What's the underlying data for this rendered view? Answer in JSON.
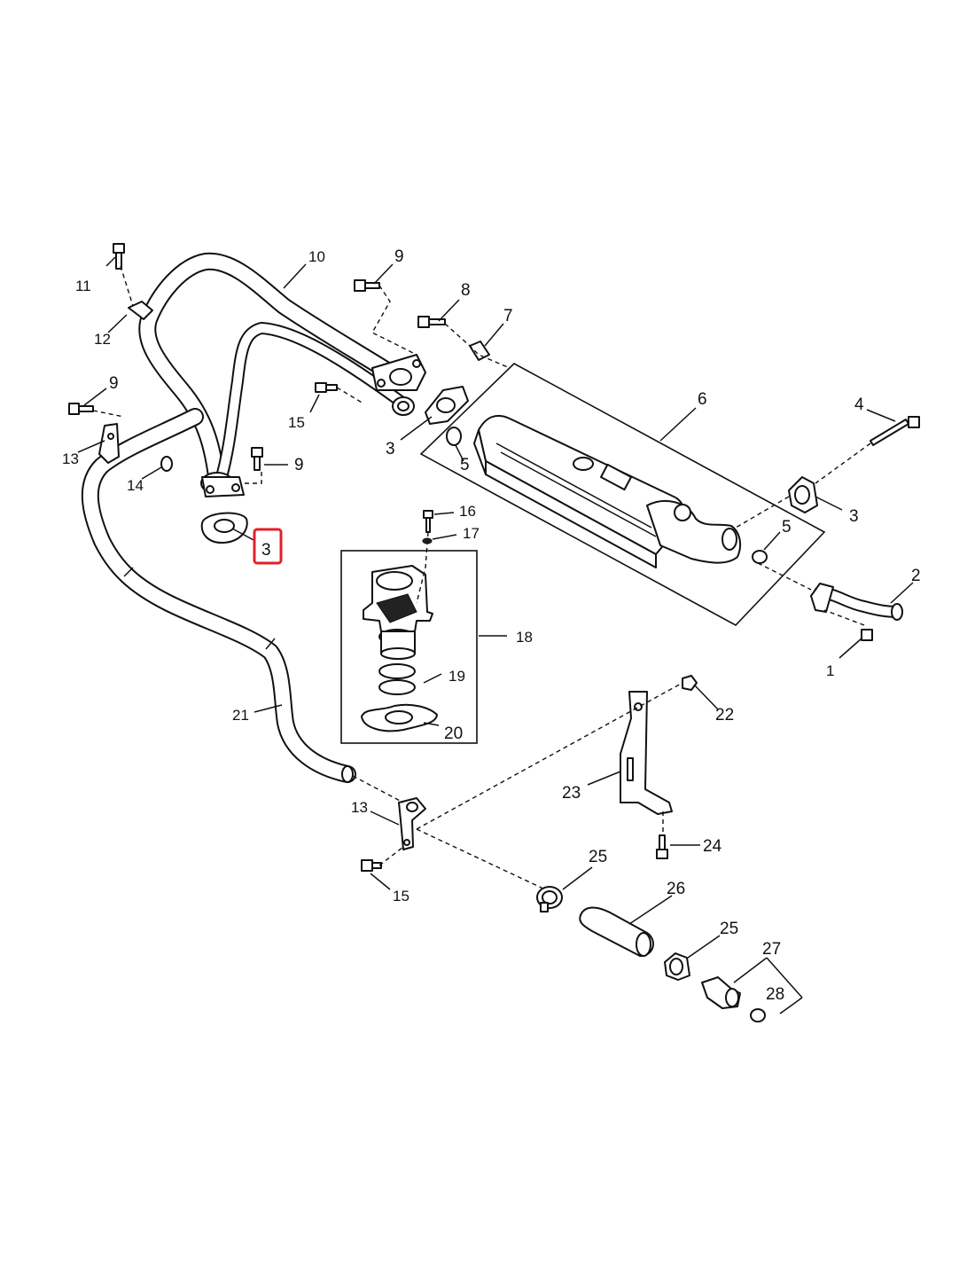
{
  "callouts": {
    "c1": "1",
    "c2": "2",
    "c3a": "3",
    "c3b": "3",
    "c3c": "3",
    "c4": "4",
    "c5a": "5",
    "c5b": "5",
    "c6": "6",
    "c7": "7",
    "c8": "8",
    "c9a": "9",
    "c9b": "9",
    "c9c": "9",
    "c10": "10",
    "c11": "11",
    "c12": "12",
    "c13a": "13",
    "c13b": "13",
    "c14": "14",
    "c15a": "15",
    "c15b": "15",
    "c16": "16",
    "c17": "17",
    "c18": "18",
    "c19": "19",
    "c20": "20",
    "c21": "21",
    "c22": "22",
    "c23": "23",
    "c24": "24",
    "c25a": "25",
    "c25b": "25",
    "c26": "26",
    "c27": "27",
    "c28": "28"
  },
  "highlight": {
    "callout": "3",
    "color": "#e0202a"
  },
  "colors": {
    "line": "#111111",
    "background": "#ffffff"
  }
}
